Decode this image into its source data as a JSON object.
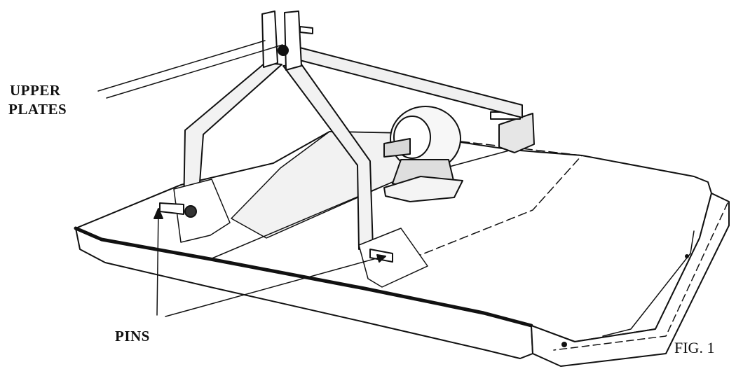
{
  "labels": {
    "upper_line1": "UPPER",
    "upper_line2": "PLATES",
    "pins": "PINS",
    "figure": "FIG. 1"
  },
  "colors": {
    "ink": "#111111",
    "paper": "#ffffff",
    "shade": "#dcdcdc"
  }
}
